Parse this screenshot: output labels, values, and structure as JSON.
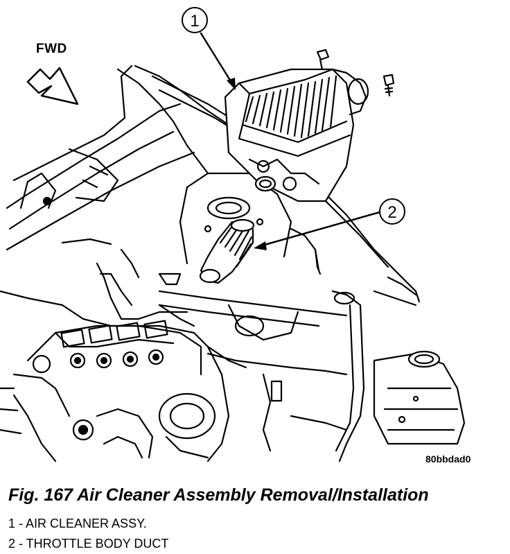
{
  "illustration": {
    "direction_label": "FWD",
    "figure_code": "80bbdad0",
    "callouts": [
      {
        "number": "1"
      },
      {
        "number": "2"
      }
    ]
  },
  "caption": "Fig. 167 Air Cleaner Assembly Removal/Installation",
  "legend": [
    {
      "text": "1 - AIR CLEANER ASSY."
    },
    {
      "text": "2 - THROTTLE BODY DUCT"
    }
  ]
}
